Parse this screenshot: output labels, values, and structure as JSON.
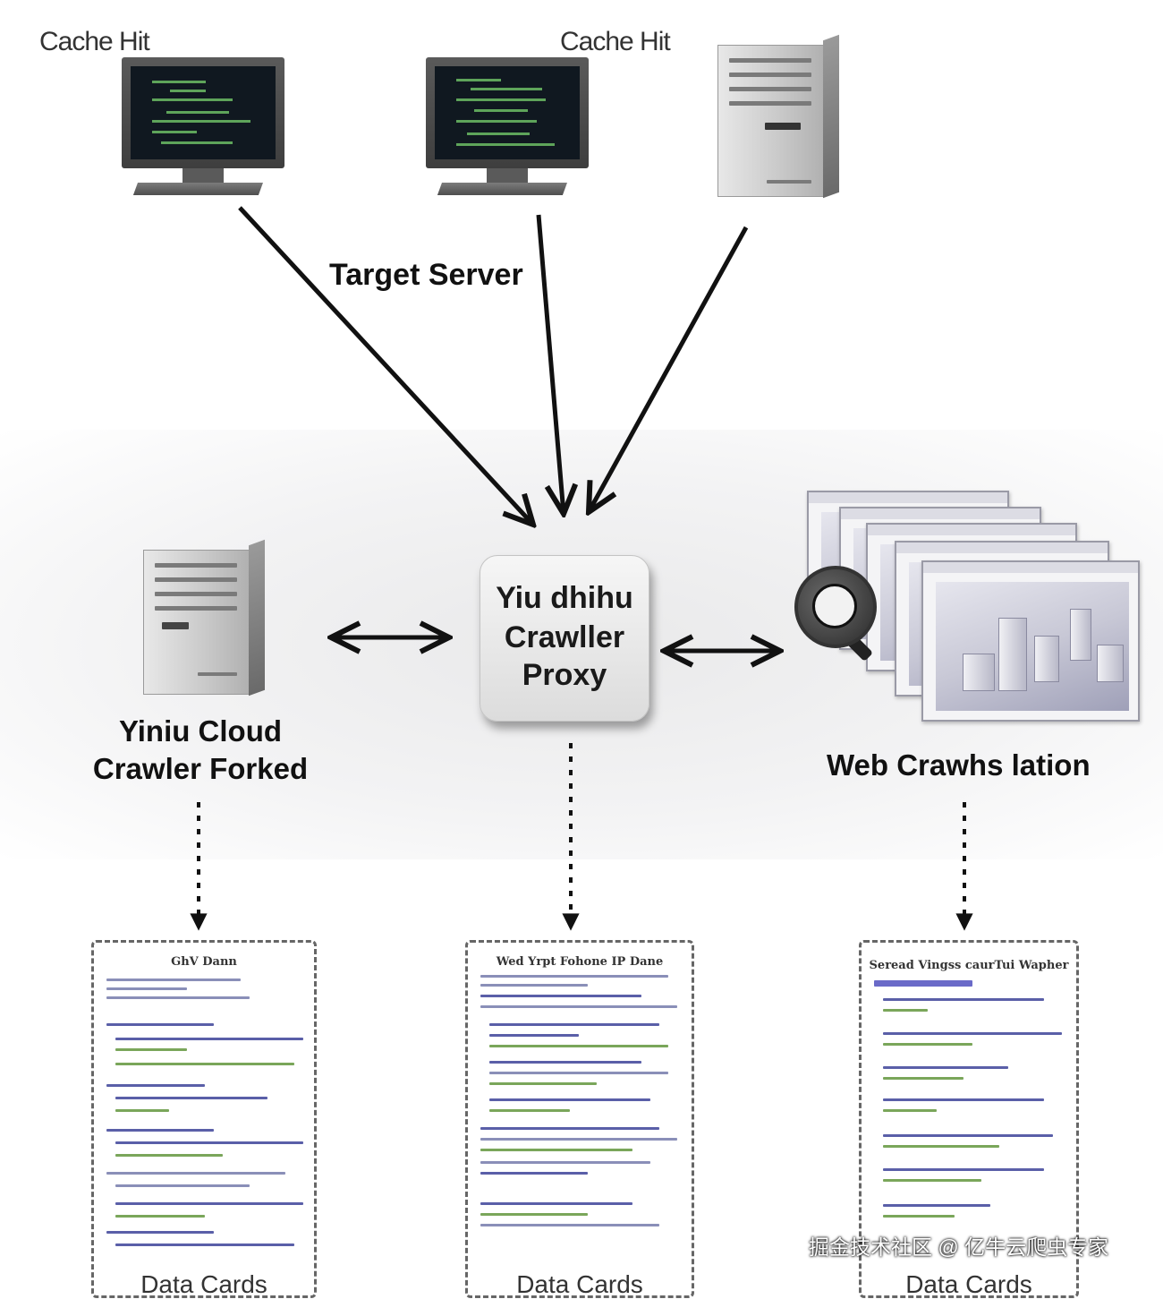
{
  "labels": {
    "cache_hit_1": "Cache Hit",
    "cache_hit_2": "Cache Hit",
    "target_server": "Target Server",
    "left_node": [
      "Yiniu Cloud",
      "Crawler Forked"
    ],
    "right_node": "Web Crawhs lation"
  },
  "proxy": {
    "lines": [
      "Yiu dhihu",
      "Crawller",
      "Proxy"
    ]
  },
  "cards": [
    {
      "heading": "GhV Dann",
      "footer": "Data Cards"
    },
    {
      "heading": "Wed Yrpt Fohone IP Dane",
      "footer": "Data Cards"
    },
    {
      "heading": "Seread Vingss caurTui Wapher",
      "footer": "Data Cards"
    }
  ],
  "watermark": "掘金技术社区 @ 亿牛云爬虫专家",
  "icons": {
    "top_left": "desktop-monitor-icon",
    "top_middle": "desktop-monitor-icon",
    "top_right": "server-tower-icon",
    "left": "server-tower-icon",
    "right": "browser-windows-icon",
    "magnifier": "magnifier-icon"
  },
  "colors": {
    "arrow": "#111111",
    "card_border": "#666666",
    "card_text_line": "#5a5fa8",
    "card_text_green": "#7aa65a",
    "screen_code": "#5ea45a"
  }
}
